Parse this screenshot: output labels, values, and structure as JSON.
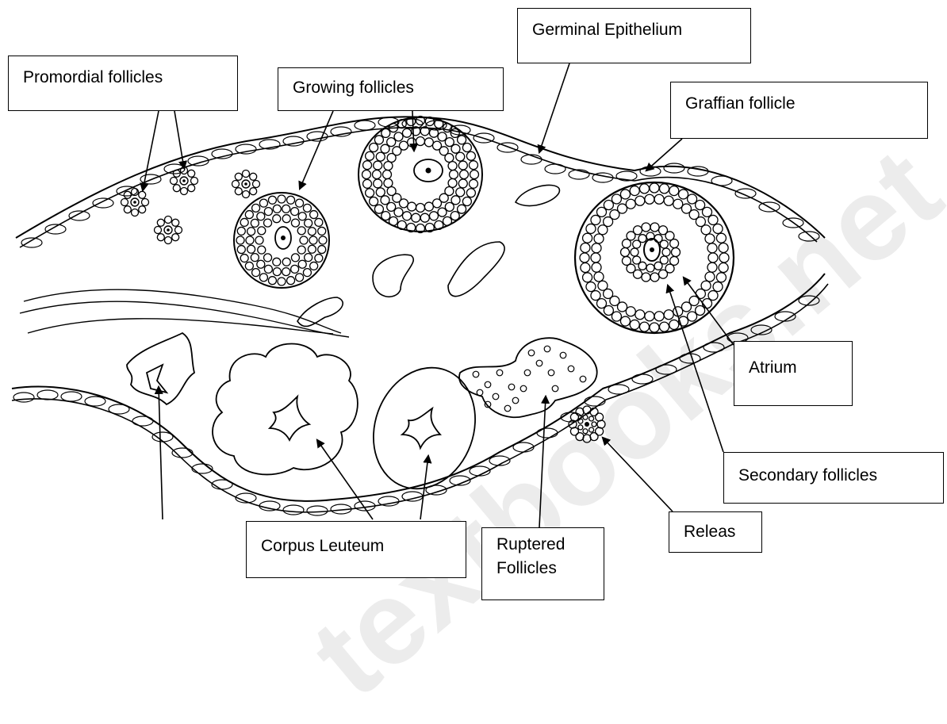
{
  "diagram": {
    "labels": {
      "primordial": "Promordial follicles",
      "growing": "Growing follicles",
      "germinal": "Germinal Epithelium",
      "graafian": "Graffian follicle",
      "atrium": "Atrium",
      "secondary": "Secondary follicles",
      "release": "Releas",
      "corpus": "Corpus Leuteum",
      "ruptured_line1": "Ruptered",
      "ruptured_line2": "Follicles"
    },
    "watermark": "textbooks.net",
    "stroke_color": "#000000",
    "watermark_color": "#e0e0e0"
  }
}
